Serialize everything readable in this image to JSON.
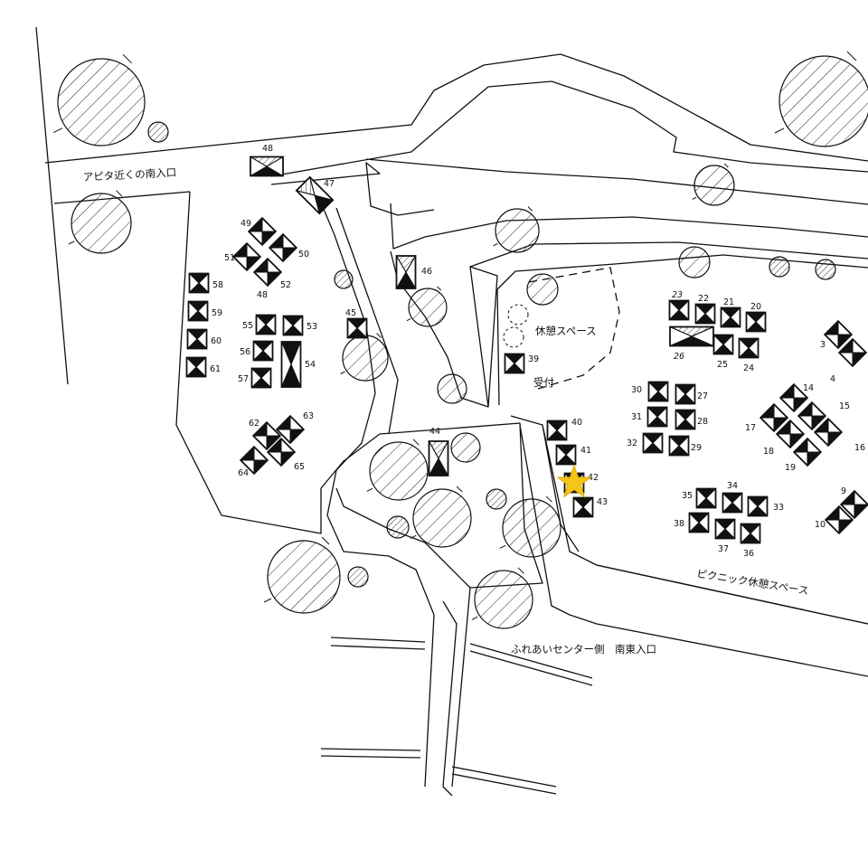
{
  "map": {
    "labels": {
      "apita_south_entrance": "アピタ近くの南入口",
      "rest_space": "休憩スペース",
      "reception": "受付",
      "picnic_rest_space": "ピクニック休憩スペース",
      "fureai_southeast_entrance": "ふれあいセンター側　南東入口"
    },
    "booths": [
      {
        "number": "3"
      },
      {
        "number": "4"
      },
      {
        "number": "9"
      },
      {
        "number": "10"
      },
      {
        "number": "14"
      },
      {
        "number": "15"
      },
      {
        "number": "16"
      },
      {
        "number": "17"
      },
      {
        "number": "18"
      },
      {
        "number": "19"
      },
      {
        "number": "20"
      },
      {
        "number": "21"
      },
      {
        "number": "22"
      },
      {
        "number": "23"
      },
      {
        "number": "24"
      },
      {
        "number": "25"
      },
      {
        "number": "26"
      },
      {
        "number": "27"
      },
      {
        "number": "28"
      },
      {
        "number": "29"
      },
      {
        "number": "30"
      },
      {
        "number": "31"
      },
      {
        "number": "32"
      },
      {
        "number": "33"
      },
      {
        "number": "34"
      },
      {
        "number": "35"
      },
      {
        "number": "36"
      },
      {
        "number": "37"
      },
      {
        "number": "38"
      },
      {
        "number": "39"
      },
      {
        "number": "40"
      },
      {
        "number": "41"
      },
      {
        "number": "42"
      },
      {
        "number": "43"
      },
      {
        "number": "44"
      },
      {
        "number": "45"
      },
      {
        "number": "46"
      },
      {
        "number": "47"
      },
      {
        "number": "48"
      },
      {
        "number": "49"
      },
      {
        "number": "50"
      },
      {
        "number": "51"
      },
      {
        "number": "52"
      },
      {
        "number": "53"
      },
      {
        "number": "54"
      },
      {
        "number": "55"
      },
      {
        "number": "56"
      },
      {
        "number": "57"
      },
      {
        "number": "58"
      },
      {
        "number": "59"
      },
      {
        "number": "60"
      },
      {
        "number": "61"
      },
      {
        "number": "62"
      },
      {
        "number": "63"
      },
      {
        "number": "64"
      },
      {
        "number": "65"
      }
    ],
    "stray_label": "48",
    "marker": {
      "type": "star",
      "color": "#F5C518",
      "booth": "42"
    }
  }
}
